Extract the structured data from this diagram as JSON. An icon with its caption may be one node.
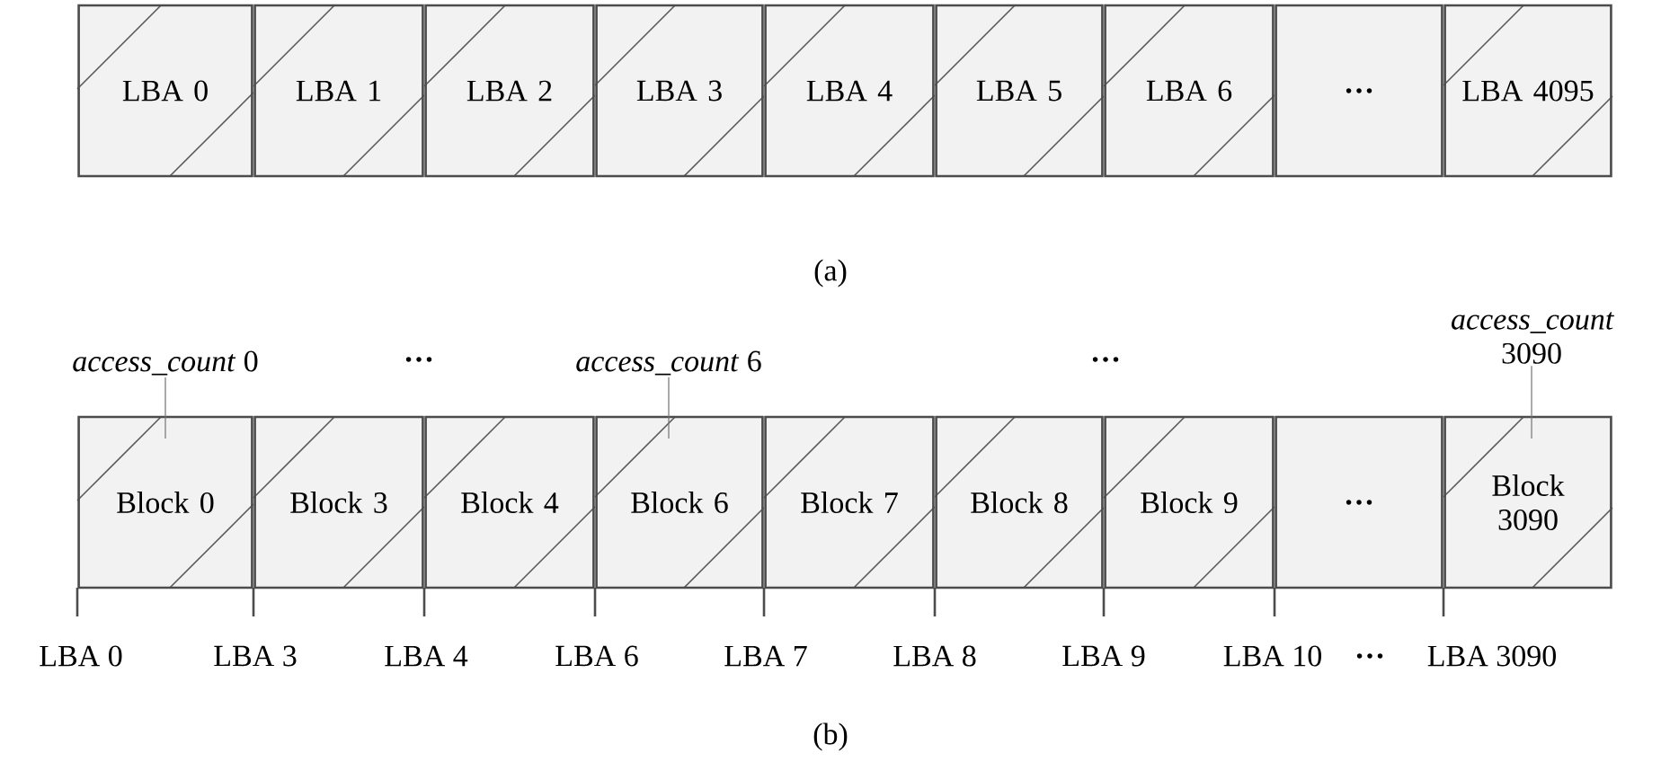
{
  "diagram": {
    "nodes": [
      {
        "text": [
          "LBA 0"
        ]
      },
      {
        "text": [
          "LBA 1"
        ]
      },
      {
        "text": [
          "LBA 2"
        ]
      },
      {
        "text": [
          "LBA 3"
        ]
      },
      {
        "text": [
          "LBA 4"
        ]
      },
      {
        "text": [
          "LBA 5"
        ]
      },
      {
        "text": [
          "LBA 6"
        ]
      },
      {
        "text": [
          "…"
        ]
      },
      {
        "text": [
          "LBA 4095"
        ]
      },
      {
        "text": [
          "Block 0"
        ]
      },
      {
        "text": [
          "Block 3"
        ]
      },
      {
        "text": [
          "Block 4"
        ]
      },
      {
        "text": [
          "Block 6"
        ]
      },
      {
        "text": [
          "Block 7"
        ]
      },
      {
        "text": [
          "Block 8"
        ]
      },
      {
        "text": [
          "Block 9"
        ]
      },
      {
        "text": [
          "…"
        ]
      },
      {
        "text": [
          "Block 3090"
        ]
      },
      {
        "text": [
          "*access_count* 0"
        ]
      },
      {
        "text": [
          "*access_count* 6"
        ]
      },
      {
        "text": [
          "*access_count* 3090"
        ]
      }
    ],
    "edges": [
      {
        "from": 18,
        "to": 9,
        "arrow": "none"
      },
      {
        "from": 19,
        "to": 12,
        "arrow": "none"
      },
      {
        "from": 20,
        "to": 17,
        "arrow": "none"
      }
    ],
    "labels": [
      "(a)",
      "…",
      "…",
      "LBA 0",
      "LBA 3",
      "LBA 4",
      "LBA 6",
      "LBA 7",
      "LBA 8",
      "LBA 9",
      "LBA 10",
      "…",
      "LBA 3090",
      "(b)"
    ]
  }
}
